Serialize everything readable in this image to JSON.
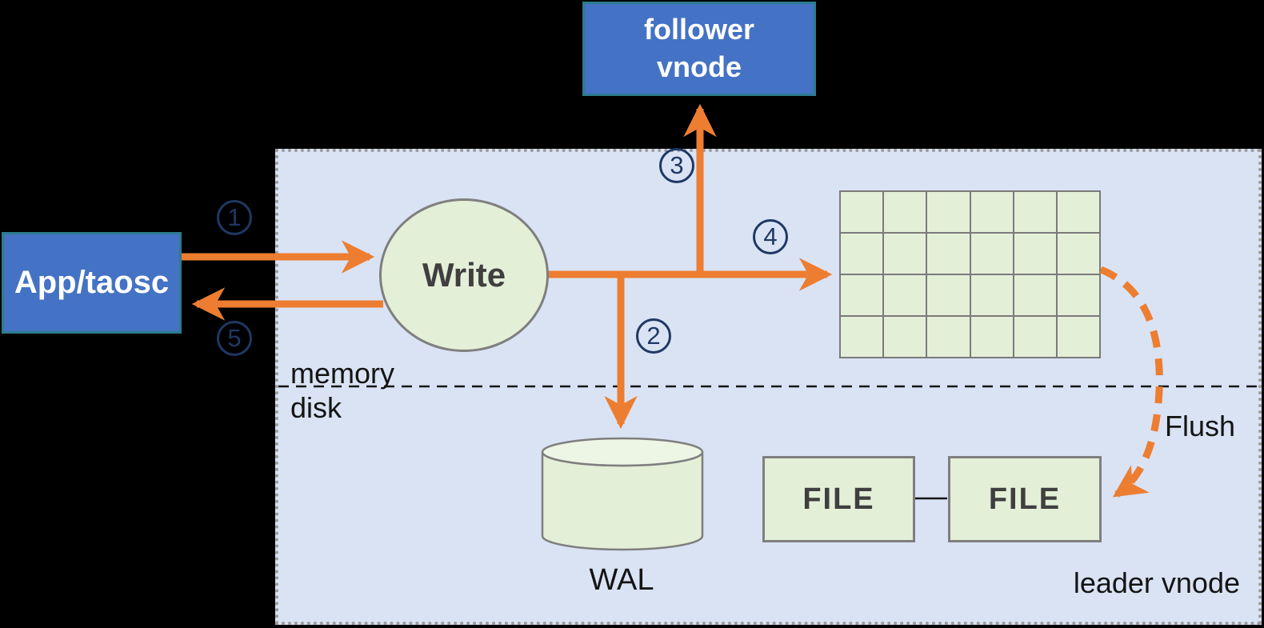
{
  "colors": {
    "bg": "#000000",
    "container_fill": "#DAE3F4",
    "container_border": "#9C9C9C",
    "blue_fill": "#4472C4",
    "blue_border": "#2E7B8E",
    "green_fill": "#E4EFD8",
    "green_top": "#EDF5E4",
    "green_border": "#7F7F7F",
    "grid_line": "#7A7A7A",
    "orange": "#ED7D31",
    "navy": "#1F3864",
    "text_dark": "#3F3F3F",
    "text_black": "#141414",
    "box_text": "#FFFFFF"
  },
  "nodes": {
    "app": {
      "label": "App/taosc"
    },
    "follower": {
      "line1": "follower",
      "line2": "vnode"
    },
    "write": {
      "label": "Write"
    },
    "memtable": {
      "rows": 4,
      "cols": 6
    },
    "wal": {
      "label": "WAL"
    },
    "file_left": {
      "label": "FILE"
    },
    "file_right": {
      "label": "FILE"
    }
  },
  "labels": {
    "memory": "memory",
    "disk": "disk",
    "flush": "Flush",
    "leader_vnode": "leader vnode"
  },
  "steps": [
    "1",
    "2",
    "3",
    "4",
    "5"
  ]
}
